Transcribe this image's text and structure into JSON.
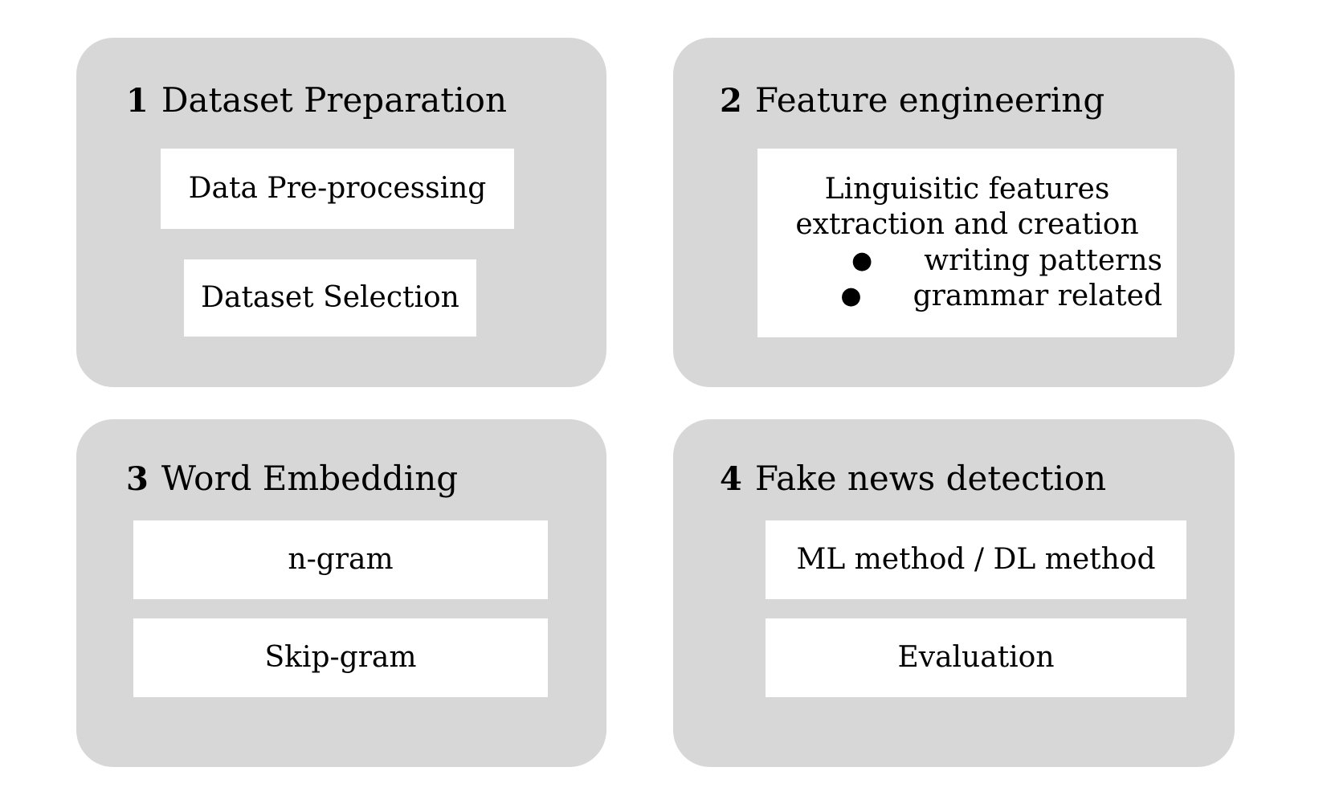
{
  "diagram": {
    "background_color": "#ffffff",
    "panel_color": "#d7d7d7",
    "box_color": "#ffffff",
    "text_color": "#000000",
    "panels": [
      {
        "number": "1",
        "title": "Dataset Preparation",
        "boxes": [
          {
            "label": "Data Pre-processing"
          },
          {
            "label": "Dataset Selection"
          }
        ]
      },
      {
        "number": "2",
        "title": "Feature engineering",
        "boxes": [
          {
            "line1": "Linguisitic features",
            "line2": "extraction and creation",
            "bullets": [
              {
                "marker": "●",
                "label": "writing patterns"
              },
              {
                "marker": "●",
                "label": "grammar related"
              }
            ]
          }
        ]
      },
      {
        "number": "3",
        "title": "Word Embedding",
        "boxes": [
          {
            "label": "n-gram"
          },
          {
            "label": "Skip-gram"
          }
        ]
      },
      {
        "number": "4",
        "title": "Fake news detection",
        "boxes": [
          {
            "label": "ML method / DL method"
          },
          {
            "label": "Evaluation"
          }
        ]
      }
    ]
  }
}
